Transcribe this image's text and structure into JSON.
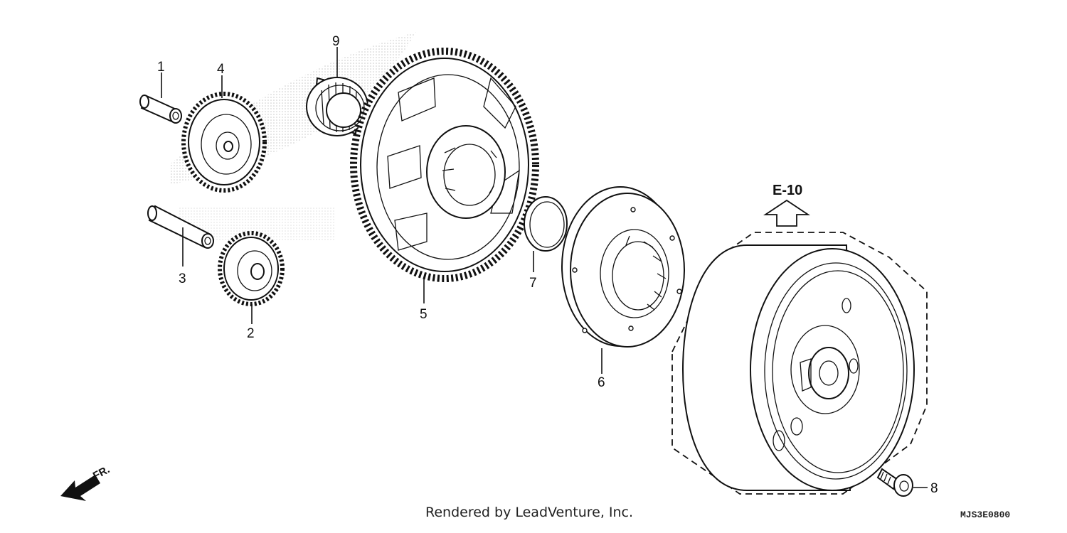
{
  "diagram": {
    "callouts": [
      "1",
      "2",
      "3",
      "4",
      "5",
      "6",
      "7",
      "8",
      "9"
    ],
    "reference_label": "E-10",
    "front_label": "FR.",
    "credit": "Rendered by LeadVenture, Inc.",
    "diagram_code": "MJS3E0800"
  }
}
